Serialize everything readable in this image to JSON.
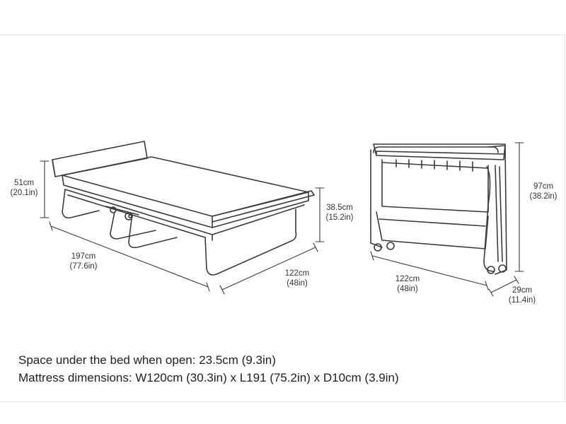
{
  "open_bed": {
    "height": {
      "cm": "51cm",
      "in": "(20.1in)"
    },
    "length": {
      "cm": "197cm",
      "in": "(77.6in)"
    },
    "width": {
      "cm": "122cm",
      "in": "(48in)"
    },
    "frame_height": {
      "cm": "38.5cm",
      "in": "(15.2in)"
    }
  },
  "folded_bed": {
    "height": {
      "cm": "97cm",
      "in": "(38.2in)"
    },
    "width": {
      "cm": "122cm",
      "in": "(48in)"
    },
    "depth": {
      "cm": "29cm",
      "in": "(11.4in)"
    }
  },
  "notes": {
    "space_under": "Space under the bed when open: 23.5cm (9.3in)",
    "mattress": "Mattress dimensions: W120cm (30.3in) x L191 (75.2in) x D10cm (3.9in)"
  }
}
